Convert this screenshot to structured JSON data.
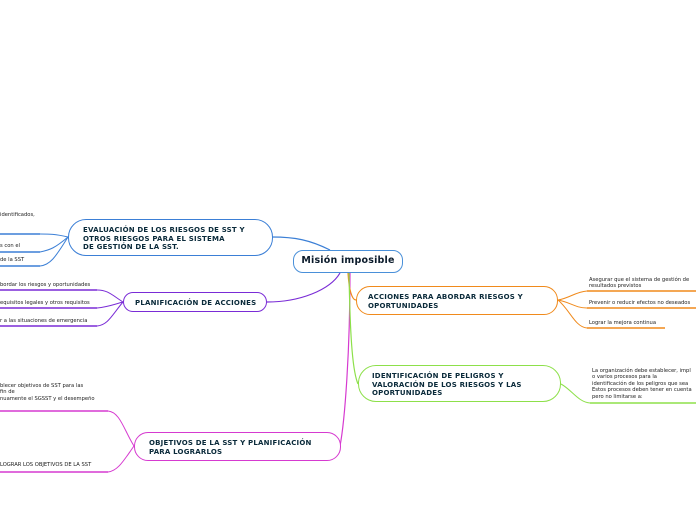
{
  "root": {
    "label": "Misión imposible"
  },
  "branches": {
    "evaluacion": {
      "label": "EVALUACIÓN DE LOS RIESGOS DE SST Y\nOTROS RIESGOS PARA EL SISTEMA\nDE GESTIÓN DE LA SST.",
      "leaves": [
        "identificados,",
        "s con el",
        "de la SST"
      ]
    },
    "planificacion": {
      "label": "PLANIFICACIÓN DE ACCIONES",
      "leaves": [
        "bordar los riesgos y oportunidades",
        "equisitos legales y otros requisitos",
        "r a las situaciones de emergencia"
      ]
    },
    "objetivos": {
      "label": "OBJETIVOS DE LA SST Y PLANIFICACIÓN\nPARA LOGRARLOS",
      "leaves": [
        "blecer objetivos de SST para las\nfin de\nnuamente el SGSST y el desempeño",
        "LOGRAR LOS OBJETIVOS DE LA SST"
      ]
    },
    "acciones": {
      "label": "ACCIONES PARA ABORDAR RIESGOS Y\nOPORTUNIDADES",
      "leaves": [
        "Asegurar que el sistema de gestión de\nresultados previstos",
        "Prevenir o reducir efectos no deseados",
        "Lograr la mejora continua"
      ]
    },
    "identificacion": {
      "label": "IDENTIFICACIÓN DE PELIGROS Y\nVALORACIÓN DE LOS RIESGOS Y LAS\nOPORTUNIDADES",
      "leaves": [
        "La organización debe establecer, impl\no varios procesos para la\nidentificación de los peligros que sea\nEstos procesos deben tener en cuenta\npero no limitarse a:"
      ]
    }
  },
  "colors": {
    "evaluacion": "#3b7fd6",
    "planificacion": "#7a2cd6",
    "objetivos": "#d63ad0",
    "acciones": "#f08a1c",
    "identificacion": "#8de04a"
  }
}
